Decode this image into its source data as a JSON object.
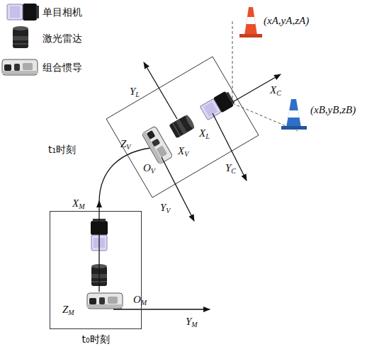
{
  "diagram": {
    "nodes": [
      {
        "text": [
          "t₀时刻"
        ]
      }
    ],
    "labels": [
      "(xA,yA,zA)",
      "(xB,yB,zB)",
      "YL",
      "XC",
      "ZV",
      "XL",
      "XV",
      "OV",
      "YC",
      "t₁时刻",
      "YV",
      "XM",
      "ZM",
      "OM",
      "YM"
    ],
    "legend": [
      {
        "text": "单目相机"
      },
      {
        "text": "激光雷达"
      },
      {
        "text": "组合惯导"
      }
    ]
  }
}
